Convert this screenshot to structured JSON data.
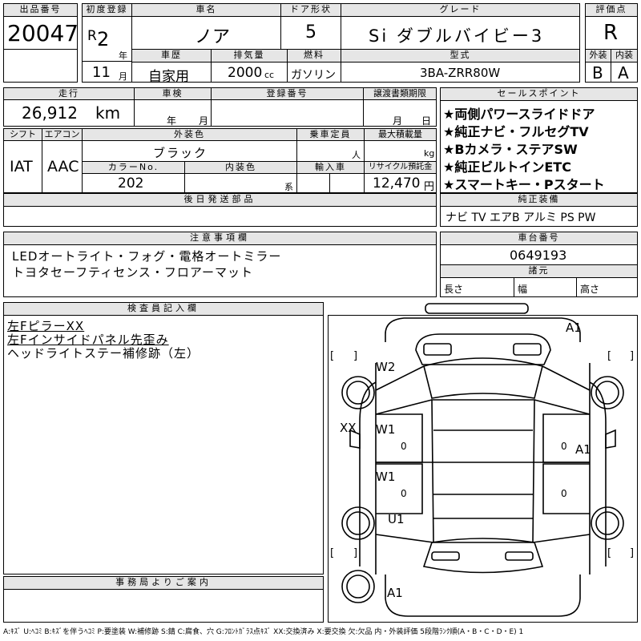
{
  "header": {
    "lot_no_label": "出品番号",
    "lot_no": "20047",
    "first_reg_label": "初度登録",
    "era_mark": "R",
    "reg_year": "2",
    "year_unit": "年",
    "reg_month": "11",
    "month_unit": "月",
    "car_name_label": "車名",
    "car_name": "ノア",
    "door_label": "ドア形状",
    "doors": "5",
    "grade_label": "グレード",
    "grade": "Si ダブルバイビー3",
    "score_label": "評価点",
    "score": "R",
    "history_label": "車歴",
    "history": "自家用",
    "displacement_label": "排気量",
    "displacement": "2000",
    "displacement_unit": "cc",
    "fuel_label": "燃料",
    "fuel": "ガソリン",
    "model_label": "型式",
    "model": "3BA-ZRR80W",
    "exterior_label": "外装",
    "exterior_grade": "B",
    "interior_label": "内装",
    "interior_grade": "A"
  },
  "specs": {
    "mileage_label": "走行",
    "mileage": "26,912",
    "mileage_unit": "km",
    "inspection_label": "車検",
    "inspection_year_unit": "年",
    "inspection_month_unit": "月",
    "reg_no_label": "登録番号",
    "transfer_label": "譲渡書類期限",
    "transfer_month_unit": "月",
    "transfer_day_unit": "日",
    "shift_label": "シフト",
    "shift": "IAT",
    "ac_label": "エアコン",
    "ac": "AAC",
    "color_label": "外装色",
    "color": "ブラック",
    "capacity_label": "乗車定員",
    "capacity_unit": "人",
    "max_load_label": "最大積載量",
    "max_load_unit": "kg",
    "color_no_label": "カラーNo.",
    "color_no": "202",
    "interior_color_label": "内装色",
    "interior_color_unit": "系",
    "import_label": "輸入車",
    "recycle_label": "リサイクル預託金",
    "recycle_fee": "12,470",
    "recycle_unit": "円",
    "later_parts_label": "後日発送部品"
  },
  "sales_points": {
    "label": "セールスポイント",
    "items": [
      "★両側パワースライドドア",
      "★純正ナビ・フルセグTV",
      "★Bカメラ・ステアSW",
      "★純正ビルトインETC",
      "★スマートキー・Pスタート"
    ]
  },
  "equipment": {
    "label": "純正装備",
    "value": "ナビ TV エアB アルミ PS PW"
  },
  "notes": {
    "label": "注意事項欄",
    "lines": [
      "LEDオートライト・フォグ・電格オートミラー",
      "トヨタセーフティセンス・フロアーマット"
    ]
  },
  "chassis": {
    "label": "車台番号",
    "value": "0649193",
    "dims_label": "諸元",
    "length_label": "長さ",
    "width_label": "幅",
    "height_label": "高さ"
  },
  "inspector": {
    "label": "検査員記入欄",
    "lines": [
      "左FピラーXX",
      "左Fインサイドパネル先歪み",
      "ヘッドライトステー補修跡（左）"
    ]
  },
  "office": {
    "label": "事務局よりご案内"
  },
  "diagram": {
    "marks": [
      "A1",
      "W2",
      "XX",
      "W1",
      "W1",
      "A1",
      "U1",
      "A1"
    ],
    "zeros": [
      "0",
      "0",
      "0",
      "0"
    ],
    "bracket_open": "[",
    "bracket_close": "]"
  },
  "legend": "A:ｷｽﾞ U:ﾍｺﾐ B:ｷｽﾞを伴うﾍｺﾐ P:要塗装 W:補修跡 S:錆 C:腐食、穴 G:ﾌﾛﾝﾄｶﾞﾗｽ点ｷｽﾞ XX:交換済み X:要交換 欠:欠品 内・外装評価 5段階ﾗﾝｸ順(A・B・C・D・E) 1"
}
